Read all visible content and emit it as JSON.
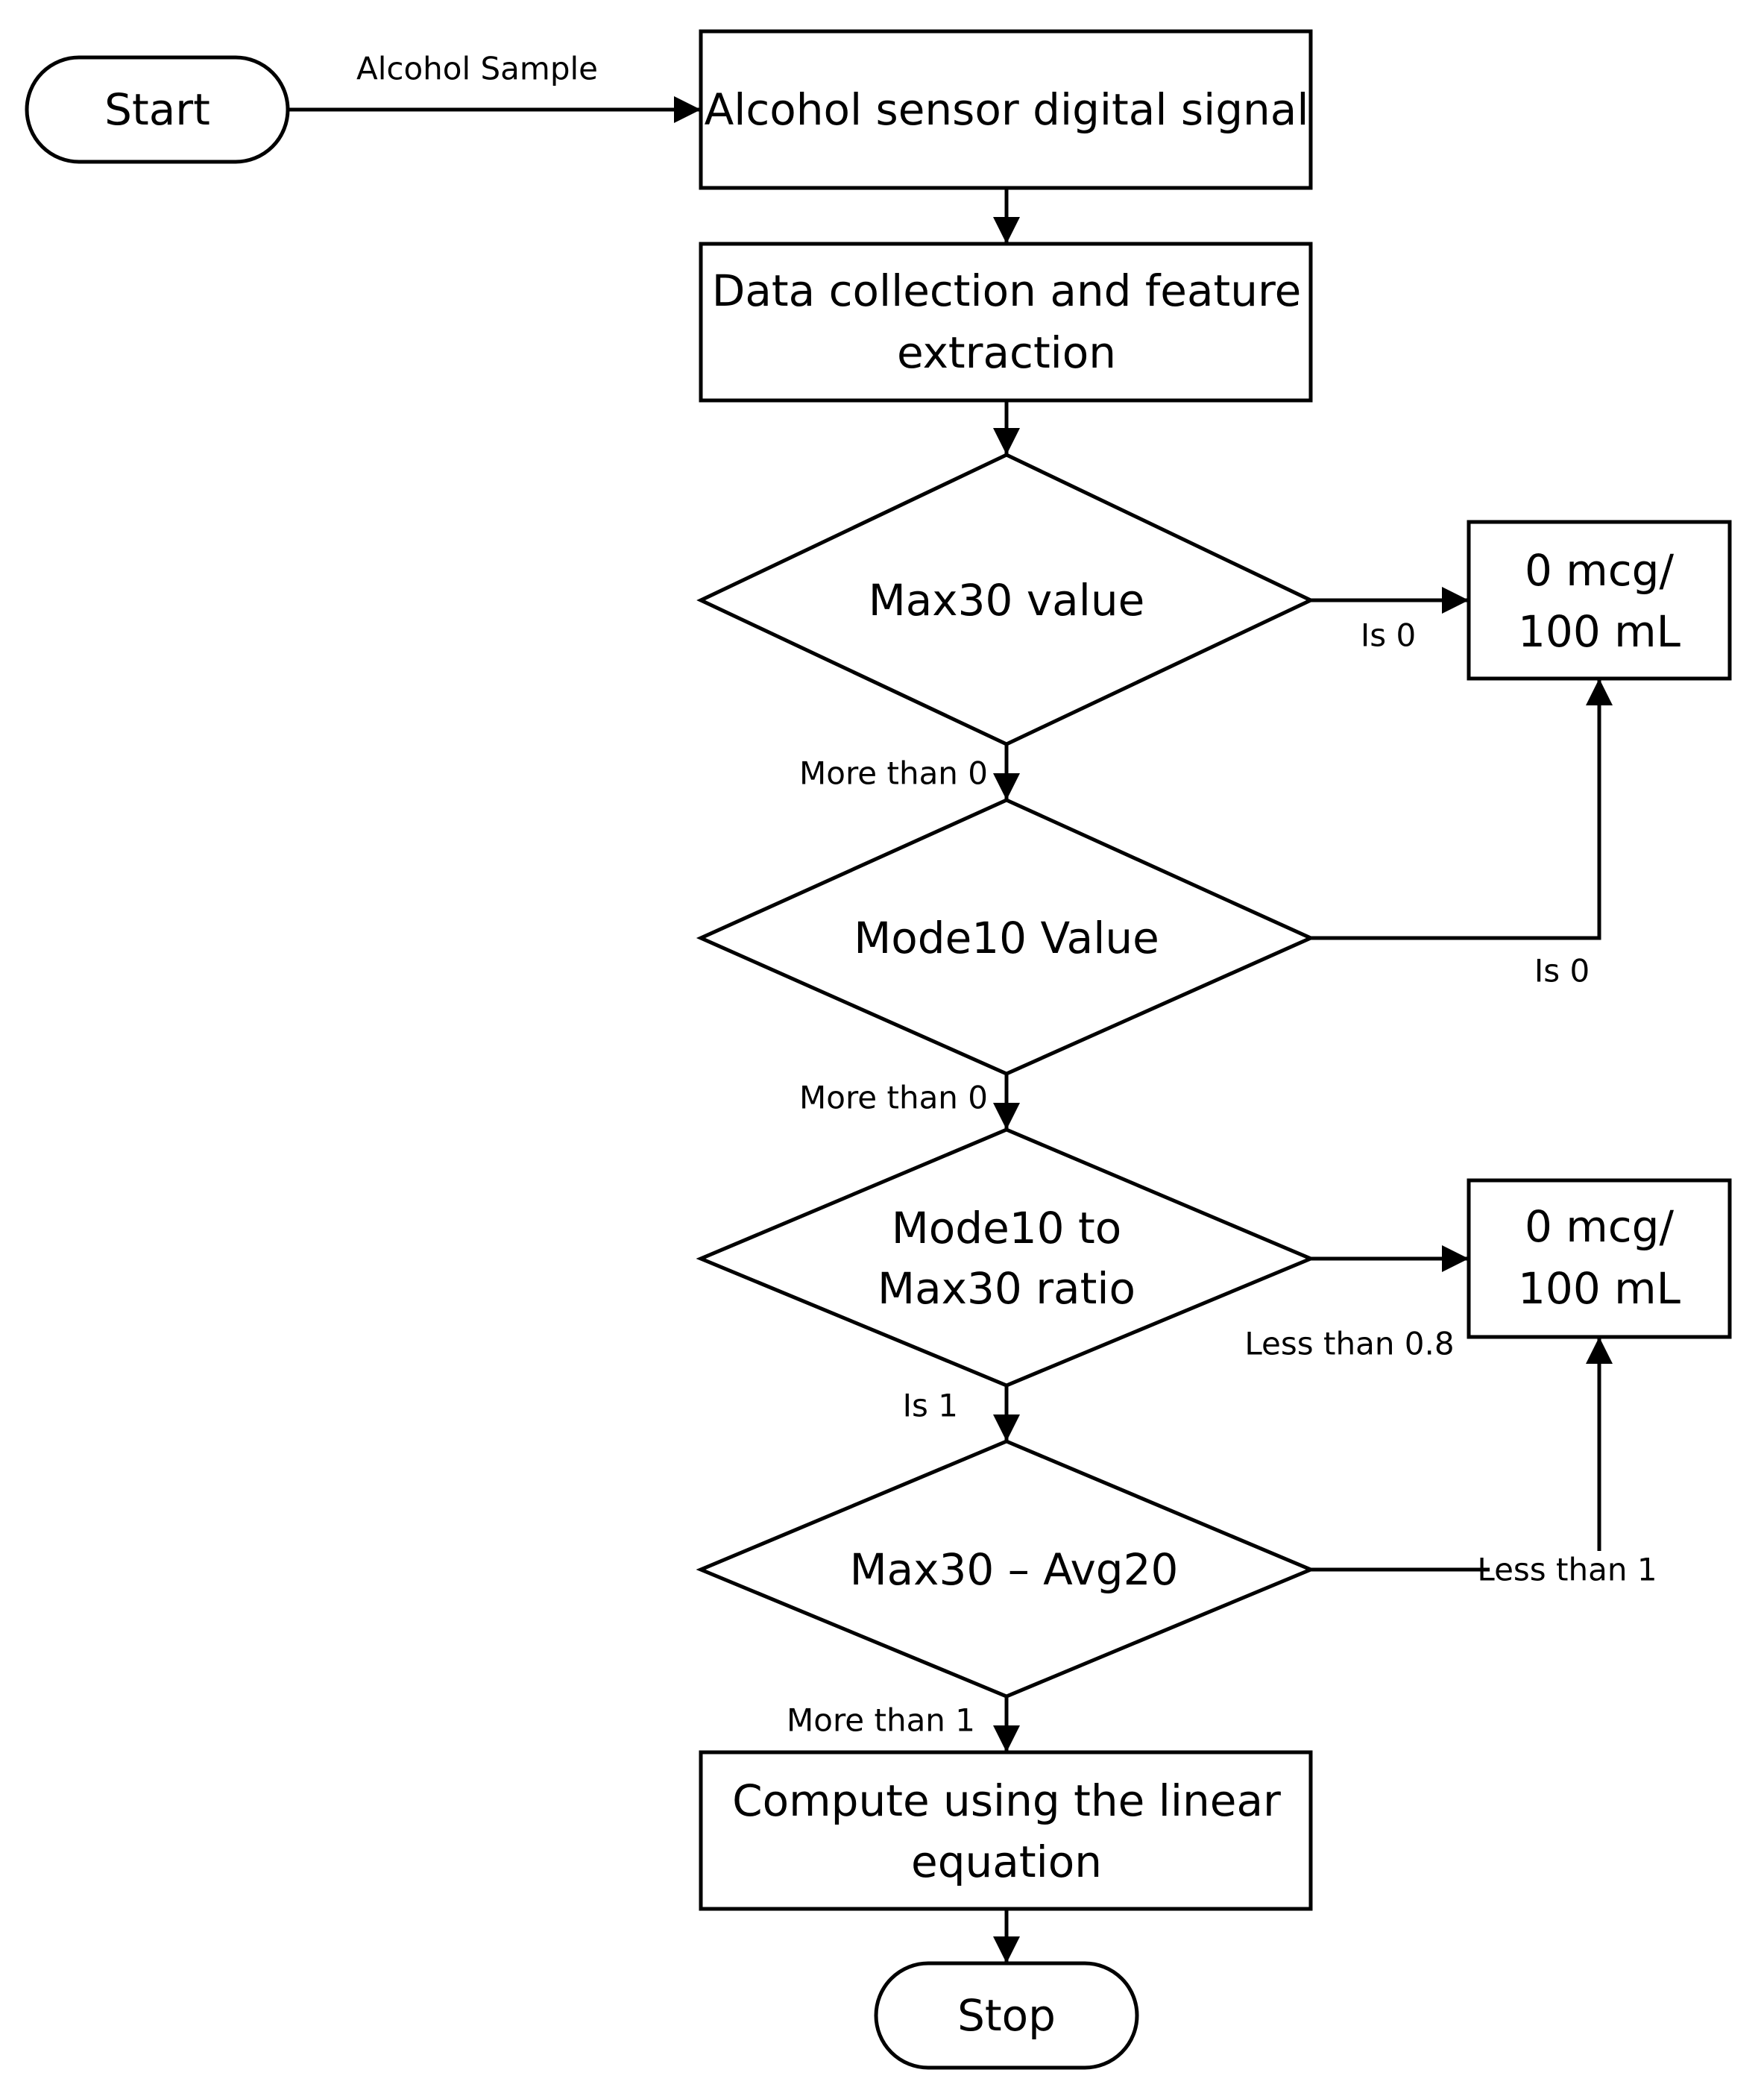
{
  "nodes": {
    "start": {
      "label": "Start"
    },
    "sensor": {
      "label": "Alcohol sensor digital signal"
    },
    "collect": {
      "line1": "Data collection and feature",
      "line2": "extraction"
    },
    "max30": {
      "label": "Max30 value"
    },
    "result1": {
      "line1": "0 mcg/",
      "line2": "100 mL"
    },
    "mode10": {
      "label": "Mode10 Value"
    },
    "ratio": {
      "line1": "Mode10 to",
      "line2": "Max30 ratio"
    },
    "result2": {
      "line1": "0 mcg/",
      "line2": "100 mL"
    },
    "diff": {
      "label": "Max30 – Avg20"
    },
    "compute": {
      "line1": "Compute using the linear",
      "line2": "equation"
    },
    "stop": {
      "label": "Stop"
    }
  },
  "edges": {
    "start_sensor": "Alcohol Sample",
    "max30_result1": "Is 0",
    "max30_mode10": "More than 0",
    "mode10_result1": "Is 0",
    "mode10_ratio": "More than 0",
    "ratio_result2": "Less than 0.8",
    "ratio_diff": "Is 1",
    "diff_result2": "Less than 1",
    "diff_compute": "More than 1"
  },
  "colors": {
    "stroke": "#000000",
    "background": "#ffffff"
  }
}
